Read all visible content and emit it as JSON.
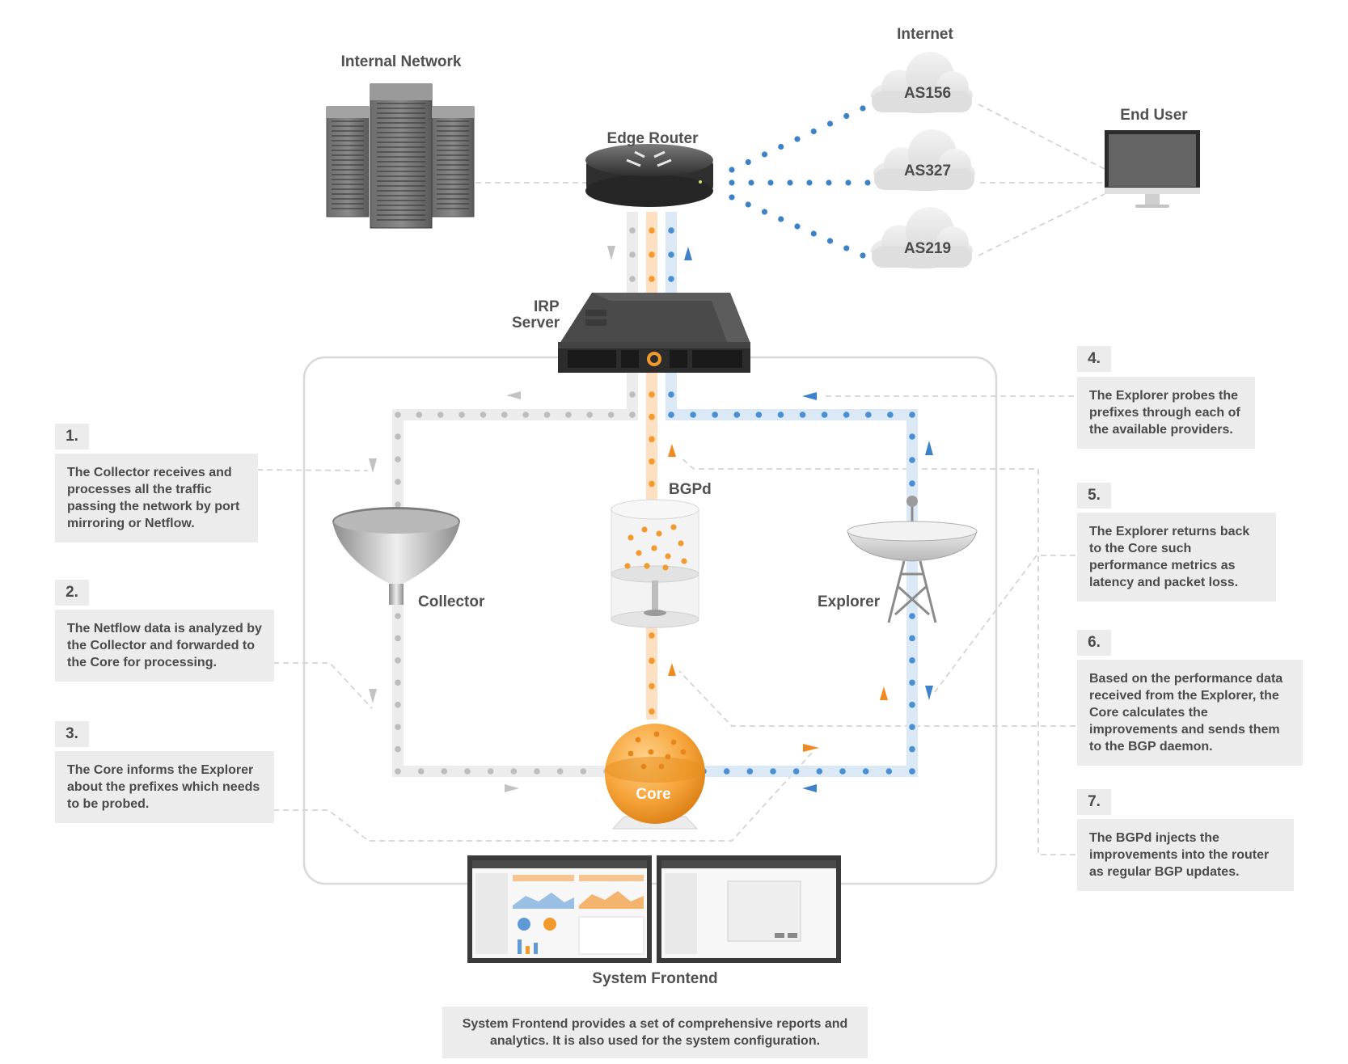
{
  "labels": {
    "internal_network": "Internal Network",
    "internet": "Internet",
    "end_user": "End User",
    "edge_router": "Edge Router",
    "irp_server_line1": "IRP",
    "irp_server_line2": "Server",
    "bgpd": "BGPd",
    "collector": "Collector",
    "explorer": "Explorer",
    "core": "Core",
    "system_frontend": "System Frontend"
  },
  "providers": [
    "AS156",
    "AS327",
    "AS219"
  ],
  "steps": [
    {
      "num": "1.",
      "text": "The Collector receives and processes all the traffic passing the network by port mirroring or Netflow."
    },
    {
      "num": "2.",
      "text": "The Netflow data is analyzed by the Collector and forwarded to the Core for processing."
    },
    {
      "num": "3.",
      "text": "The Core informs the Explorer about the prefixes which needs to be probed."
    },
    {
      "num": "4.",
      "text": "The Explorer probes the prefixes through each of the available providers."
    },
    {
      "num": "5.",
      "text": "The Explorer returns back to the Core such performance metrics as latency and packet loss."
    },
    {
      "num": "6.",
      "text": "Based on the performance data received from the Explorer, the Core calculates the improvements and sends them to the BGP daemon."
    },
    {
      "num": "7.",
      "text": "The BGPd injects the improvements into the router as regular BGP updates."
    }
  ],
  "frontend_description": "System Frontend provides a set of comprehensive reports and analytics. It is also used for the system configuration.",
  "colors": {
    "orange": "#f39a2d",
    "blue": "#4a8fd2",
    "gray_dot": "#bdbdbd",
    "note_bg": "#ececec",
    "text": "#4a4a4a"
  },
  "icons": [
    "server-rack-icon",
    "router-icon",
    "cloud-icon",
    "monitor-icon",
    "irp-server-icon",
    "funnel-icon",
    "cylinder-icon",
    "satellite-dish-icon",
    "sphere-icon",
    "dashboard-screen-icon"
  ]
}
